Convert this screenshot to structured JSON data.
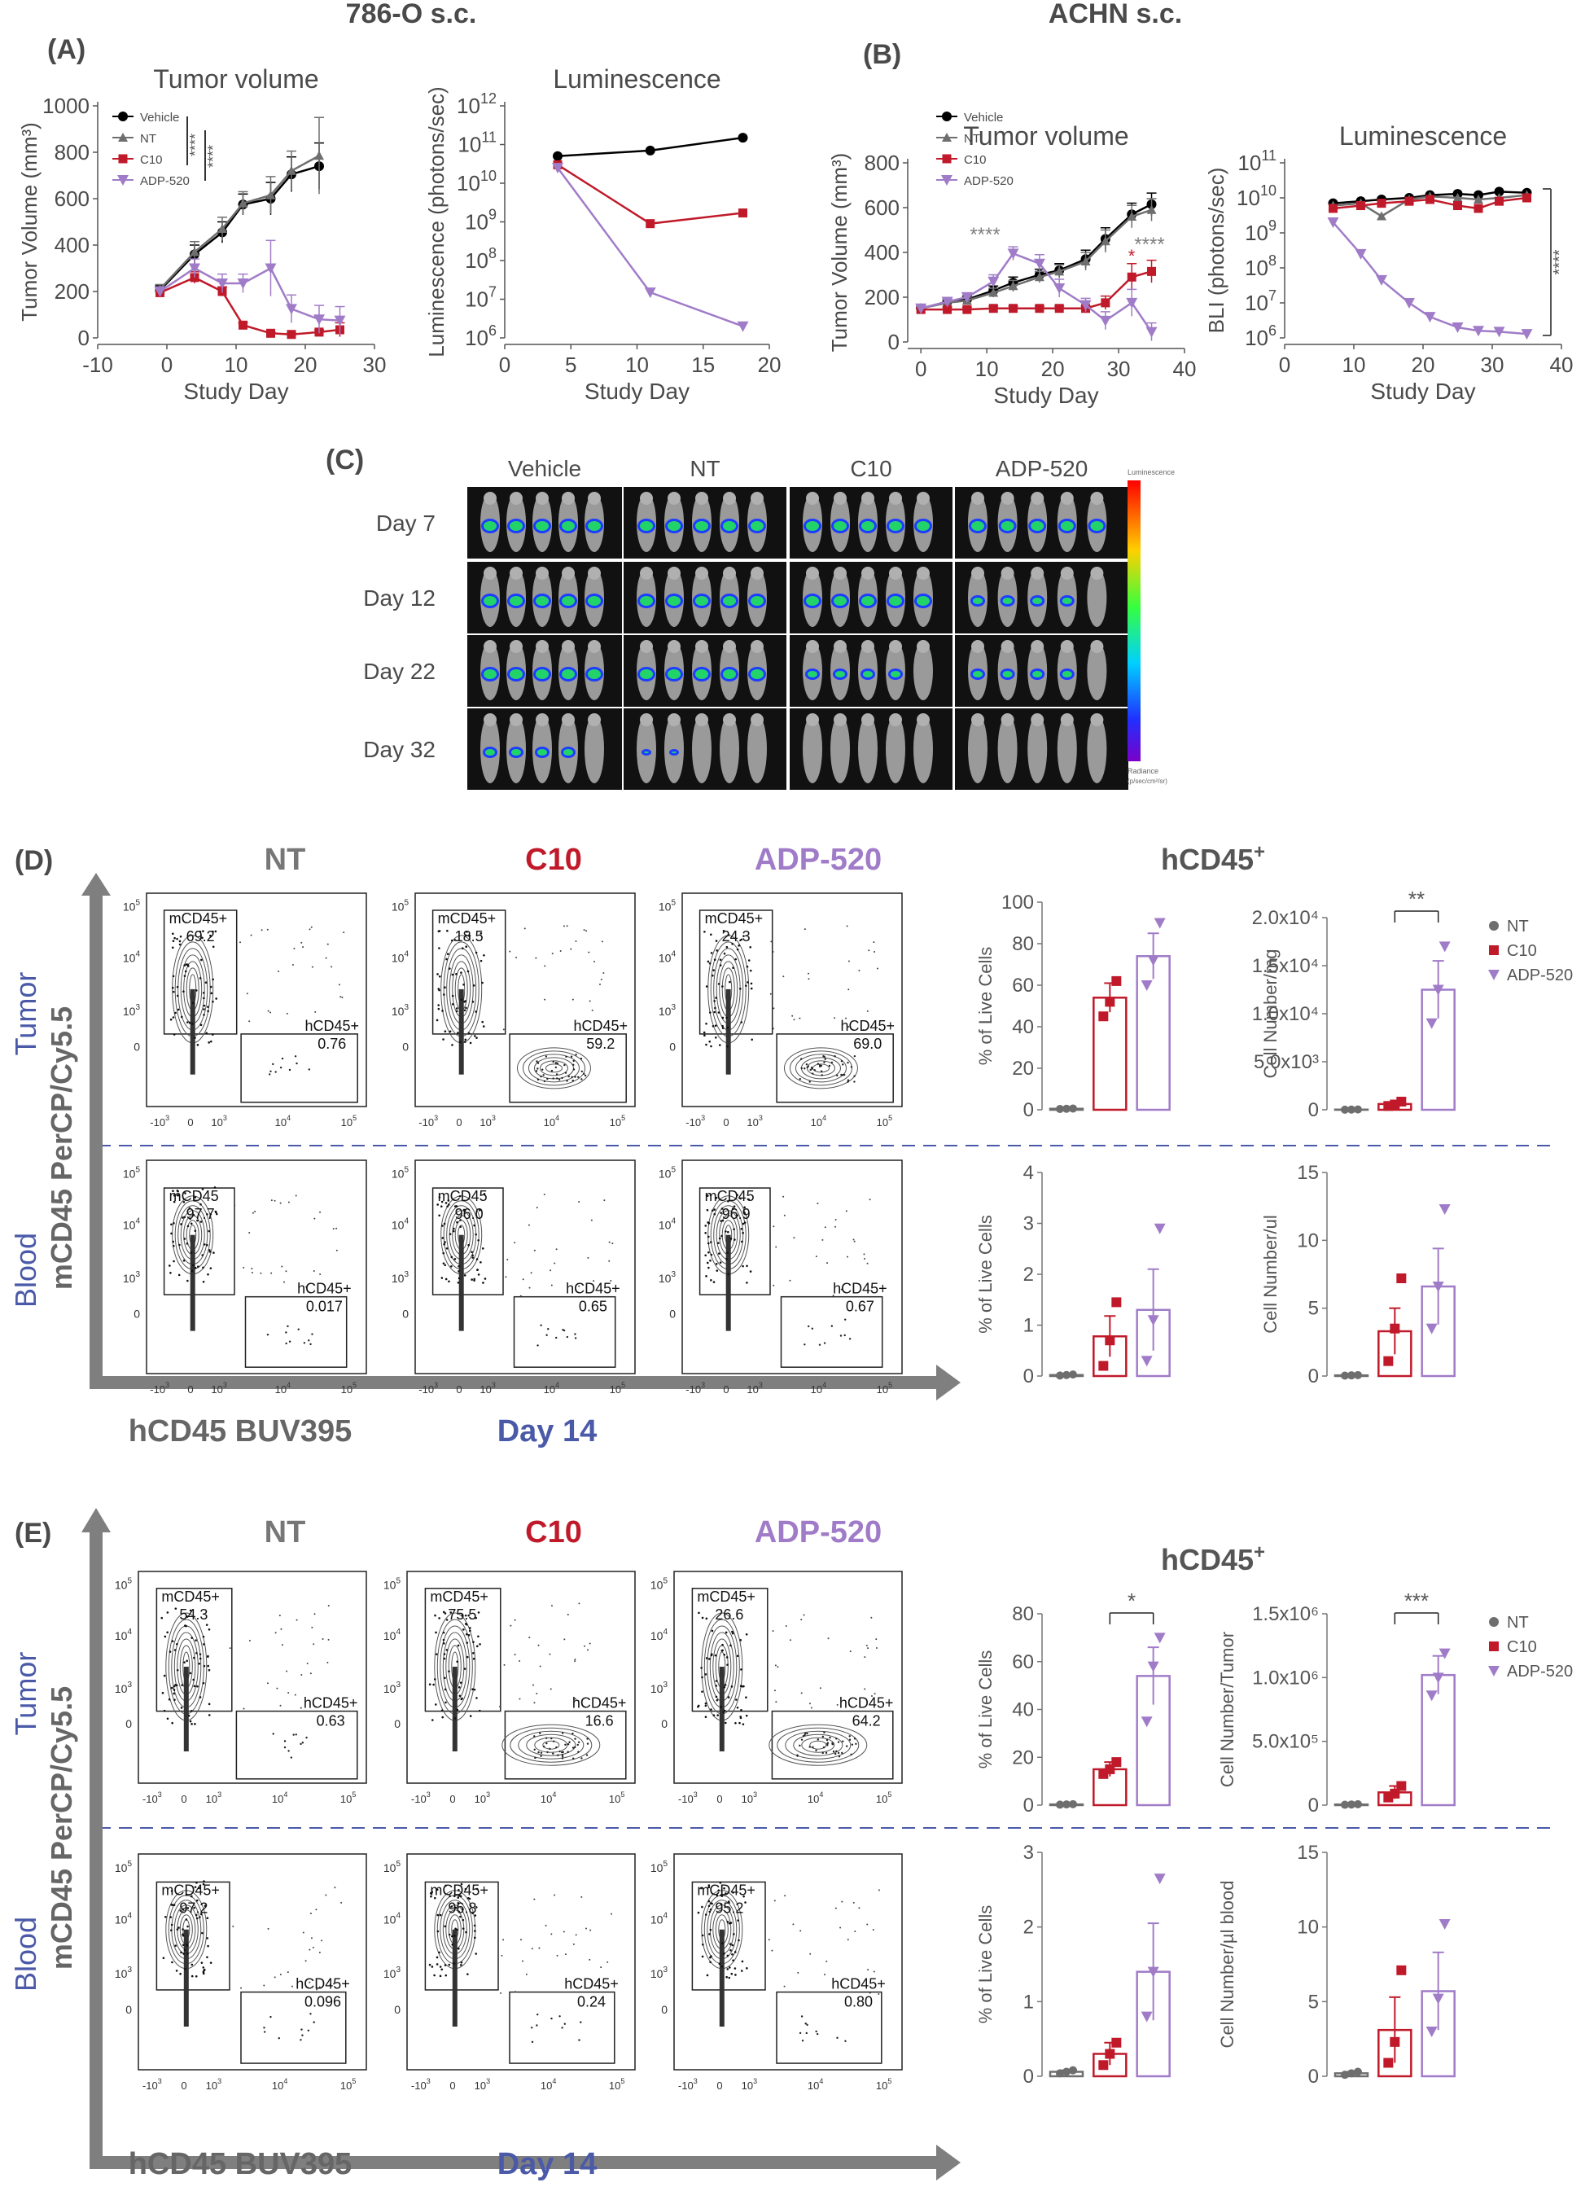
{
  "colors": {
    "vehicle": "#000000",
    "nt": "#6e6e6e",
    "c10": "#c01a2a",
    "adp": "#a07cc8",
    "axis": "#555555",
    "text": "#4a4a4a",
    "blue": "#4a5aa8",
    "arrow": "#7f7f7f"
  },
  "labels": {
    "title_786": "786-O s.c.",
    "title_achn": "ACHN s.c.",
    "panel_a": "(A)",
    "panel_b": "(B)",
    "panel_c": "(C)",
    "panel_d": "(D)",
    "panel_e": "(E)",
    "nt": "NT",
    "c10": "C10",
    "adp": "ADP-520",
    "vehicle": "Vehicle",
    "hcd45": "hCD45",
    "hcd45_sup": "+",
    "tumor": "Tumor",
    "blood": "Blood",
    "y_arrow": "mCD45 PerCP/Cy5.5",
    "x_arrow": "hCD45 BUV395",
    "day14": "Day 14",
    "lum_scale_title": "Luminescence",
    "lum_scale_foot": "Radiance",
    "lum_scale_unit": "(p/sec/cm²/sr)"
  },
  "imaging": {
    "groups": [
      "Vehicle",
      "NT",
      "C10",
      "ADP-520"
    ],
    "days": [
      "Day 7",
      "Day 12",
      "Day 22",
      "Day 32"
    ],
    "signal": [
      [
        3,
        3,
        3,
        3
      ],
      [
        3,
        3,
        3,
        2
      ],
      [
        3,
        3,
        2,
        2
      ],
      [
        2,
        1,
        0,
        0
      ]
    ]
  },
  "flow": {
    "d": {
      "tumor": [
        {
          "m_label": "mCD45+",
          "m_val": "69.2",
          "h_label": "hCD45+",
          "h_val": "0.76"
        },
        {
          "m_label": "mCD45+",
          "m_val": "18.5",
          "h_label": "hCD45+",
          "h_val": "59.2"
        },
        {
          "m_label": "mCD45+",
          "m_val": "24.3",
          "h_label": "hCD45+",
          "h_val": "69.0"
        }
      ],
      "blood": [
        {
          "m_label": "mCD45",
          "m_val": "97.7",
          "h_label": "hCD45+",
          "h_val": "0.017"
        },
        {
          "m_label": "mCD45",
          "m_val": "96.0",
          "h_label": "hCD45+",
          "h_val": "0.65"
        },
        {
          "m_label": "mCD45",
          "m_val": "96.9",
          "h_label": "hCD45+",
          "h_val": "0.67"
        }
      ]
    },
    "e": {
      "tumor": [
        {
          "m_label": "mCD45+",
          "m_val": "54.3",
          "h_label": "hCD45+",
          "h_val": "0.63"
        },
        {
          "m_label": "mCD45+",
          "m_val": "75.5",
          "h_label": "hCD45+",
          "h_val": "16.6"
        },
        {
          "m_label": "mCD45+",
          "m_val": "26.6",
          "h_label": "hCD45+",
          "h_val": "64.2"
        }
      ],
      "blood": [
        {
          "m_label": "mCD45+",
          "m_val": "97.2",
          "h_label": "hCD45+",
          "h_val": "0.096"
        },
        {
          "m_label": "mCD45+",
          "m_val": "96.8",
          "h_label": "hCD45+",
          "h_val": "0.24"
        },
        {
          "m_label": "mCD45+",
          "m_val": "95.2",
          "h_label": "hCD45+",
          "h_val": "0.80"
        }
      ]
    }
  },
  "chart_data": [
    {
      "id": "a_vol",
      "type": "line",
      "title": "Tumor volume",
      "xlabel": "Study Day",
      "ylabel": "Tumor Volume (mm³)",
      "xlim": [
        -10,
        30
      ],
      "ylim": [
        0,
        1000
      ],
      "xticks": [
        "-10",
        "0",
        "10",
        "20",
        "30"
      ],
      "yticks": [
        "0",
        "200",
        "400",
        "600",
        "800",
        "1000"
      ],
      "legend": [
        "Vehicle",
        "NT",
        "C10",
        "ADP-520"
      ],
      "annotations": [
        "****",
        "****"
      ],
      "series": [
        {
          "name": "Vehicle",
          "x": [
            -1,
            4,
            8,
            11,
            15,
            18,
            22
          ],
          "y": [
            205,
            360,
            455,
            575,
            600,
            705,
            740
          ],
          "err": [
            20,
            40,
            45,
            45,
            70,
            75,
            100
          ]
        },
        {
          "name": "NT",
          "x": [
            -1,
            4,
            8,
            11,
            15,
            18,
            22
          ],
          "y": [
            210,
            370,
            470,
            580,
            615,
            720,
            785
          ],
          "err": [
            20,
            45,
            50,
            50,
            80,
            85,
            165
          ]
        },
        {
          "name": "C10",
          "x": [
            -1,
            4,
            8,
            11,
            15,
            18,
            22,
            25
          ],
          "y": [
            195,
            260,
            200,
            55,
            20,
            15,
            25,
            35
          ],
          "err": [
            20,
            25,
            20,
            10,
            5,
            5,
            10,
            30
          ]
        },
        {
          "name": "ADP-520",
          "x": [
            -1,
            4,
            8,
            11,
            15,
            18,
            22,
            25
          ],
          "y": [
            200,
            300,
            235,
            235,
            300,
            125,
            80,
            75
          ],
          "err": [
            20,
            40,
            40,
            40,
            120,
            60,
            60,
            60
          ]
        }
      ]
    },
    {
      "id": "a_lum",
      "type": "line",
      "title": "Luminescence",
      "xlabel": "Study Day",
      "ylabel": "Luminescence (photons/sec)",
      "xlim": [
        0,
        20
      ],
      "ylog": [
        6,
        12
      ],
      "xticks": [
        "0",
        "5",
        "10",
        "15",
        "20"
      ],
      "yticks": [
        "10^6",
        "10^7",
        "10^8",
        "10^9",
        "10^10",
        "10^11",
        "10^12"
      ],
      "series": [
        {
          "name": "Vehicle",
          "x": [
            4,
            11,
            18
          ],
          "y": [
            50000000000,
            70000000000,
            150000000000
          ]
        },
        {
          "name": "C10",
          "x": [
            4,
            11,
            18
          ],
          "y": [
            30000000000,
            900000000,
            1700000000
          ]
        },
        {
          "name": "ADP-520",
          "x": [
            4,
            11,
            18
          ],
          "y": [
            25000000000,
            15000000,
            2000000
          ]
        }
      ]
    },
    {
      "id": "b_vol",
      "type": "line",
      "title": "Tumor volume",
      "xlabel": "Study Day",
      "ylabel": "Tumor Volume (mm³)",
      "xlim": [
        -2,
        40
      ],
      "ylim": [
        0,
        800
      ],
      "xticks": [
        "0",
        "10",
        "20",
        "30",
        "40"
      ],
      "yticks": [
        "0",
        "200",
        "400",
        "600",
        "800"
      ],
      "legend": [
        "Vehicle",
        "NT",
        "C10",
        "ADP-520"
      ],
      "annotations": [
        "****",
        "****",
        "*"
      ],
      "series": [
        {
          "name": "Vehicle",
          "x": [
            0,
            4,
            7,
            11,
            14,
            18,
            21,
            25,
            28,
            32,
            35
          ],
          "y": [
            150,
            180,
            190,
            230,
            265,
            300,
            320,
            370,
            460,
            570,
            615
          ],
          "err": [
            10,
            15,
            15,
            20,
            25,
            25,
            30,
            40,
            50,
            50,
            50
          ]
        },
        {
          "name": "NT",
          "x": [
            0,
            4,
            7,
            11,
            14,
            18,
            21,
            25,
            28,
            32,
            35
          ],
          "y": [
            150,
            175,
            185,
            220,
            250,
            290,
            315,
            360,
            450,
            560,
            590
          ],
          "err": [
            10,
            15,
            15,
            20,
            25,
            25,
            30,
            40,
            50,
            50,
            50
          ]
        },
        {
          "name": "C10",
          "x": [
            0,
            4,
            7,
            11,
            14,
            18,
            21,
            25,
            28,
            32,
            35
          ],
          "y": [
            145,
            145,
            145,
            150,
            150,
            150,
            150,
            150,
            175,
            290,
            315
          ],
          "err": [
            10,
            10,
            10,
            10,
            10,
            10,
            10,
            10,
            30,
            60,
            50
          ]
        },
        {
          "name": "ADP-520",
          "x": [
            0,
            4,
            7,
            11,
            14,
            18,
            21,
            25,
            28,
            32,
            35
          ],
          "y": [
            150,
            180,
            200,
            270,
            395,
            350,
            240,
            165,
            95,
            175,
            45
          ],
          "err": [
            10,
            15,
            20,
            30,
            30,
            40,
            40,
            30,
            40,
            60,
            40
          ]
        }
      ]
    },
    {
      "id": "b_lum",
      "type": "line",
      "title": "Luminescence",
      "xlabel": "Study Day",
      "ylabel": "BLI (photons/sec)",
      "xlim": [
        0,
        40
      ],
      "ylog": [
        6,
        11
      ],
      "xticks": [
        "0",
        "10",
        "20",
        "30",
        "40"
      ],
      "yticks": [
        "10^6",
        "10^7",
        "10^8",
        "10^9",
        "10^10",
        "10^11"
      ],
      "annotations": [
        "****"
      ],
      "series": [
        {
          "name": "Vehicle",
          "x": [
            7,
            11,
            14,
            18,
            21,
            25,
            28,
            31,
            35
          ],
          "y": [
            7000000000,
            8000000000,
            9000000000,
            10000000000,
            12000000000,
            13000000000,
            12000000000,
            15000000000,
            14000000000
          ]
        },
        {
          "name": "NT",
          "x": [
            7,
            11,
            14,
            18,
            21,
            25,
            28,
            31,
            35
          ],
          "y": [
            6000000000,
            7000000000,
            3000000000,
            9000000000,
            11000000000,
            10000000000,
            9000000000,
            10000000000,
            12000000000
          ]
        },
        {
          "name": "C10",
          "x": [
            7,
            11,
            14,
            18,
            21,
            25,
            28,
            31,
            35
          ],
          "y": [
            5000000000,
            6000000000,
            7000000000,
            8000000000,
            9000000000,
            6000000000,
            5000000000,
            8000000000,
            10000000000
          ]
        },
        {
          "name": "ADP-520",
          "x": [
            7,
            11,
            14,
            18,
            21,
            25,
            28,
            31,
            35
          ],
          "y": [
            2000000000,
            250000000,
            45000000,
            10000000,
            4000000,
            2000000,
            1600000,
            1500000,
            1300000
          ]
        }
      ]
    },
    {
      "id": "d_t_pct",
      "type": "bar",
      "ylabel": "% of Live Cells",
      "ylim": [
        0,
        100
      ],
      "yticks": [
        "0",
        "20",
        "40",
        "60",
        "80",
        "100"
      ],
      "categories": [
        "NT",
        "C10",
        "ADP-520"
      ],
      "values": [
        0.5,
        54,
        74
      ],
      "err": [
        0.3,
        7,
        11
      ],
      "points": [
        [
          0.4,
          0.5,
          0.6
        ],
        [
          45,
          52,
          62
        ],
        [
          60,
          72,
          90
        ]
      ]
    },
    {
      "id": "d_t_num",
      "type": "bar",
      "ylabel": "Cell Number/mg",
      "ylim": [
        0,
        20000
      ],
      "yticks": [
        "0",
        "5.0x10³",
        "1.0x10⁴",
        "1.5x10⁴",
        "2.0x10⁴"
      ],
      "categories": [
        "NT",
        "C10",
        "ADP-520"
      ],
      "values": [
        20,
        600,
        12500
      ],
      "err": [
        10,
        200,
        3000
      ],
      "points": [
        [
          10,
          20,
          30
        ],
        [
          400,
          550,
          850
        ],
        [
          9000,
          12500,
          17000
        ]
      ],
      "legend": [
        "NT",
        "C10",
        "ADP-520"
      ],
      "annotations": [
        "**"
      ]
    },
    {
      "id": "d_b_pct",
      "type": "bar",
      "ylabel": "% of Live Cells",
      "ylim": [
        0,
        4
      ],
      "yticks": [
        "0",
        "1",
        "2",
        "3",
        "4"
      ],
      "categories": [
        "NT",
        "C10",
        "ADP-520"
      ],
      "values": [
        0.02,
        0.78,
        1.3
      ],
      "err": [
        0.01,
        0.4,
        0.8
      ],
      "points": [
        [
          0.01,
          0.02,
          0.03
        ],
        [
          0.2,
          0.7,
          1.45
        ],
        [
          0.3,
          1.1,
          2.9
        ]
      ]
    },
    {
      "id": "d_b_num",
      "type": "bar",
      "ylabel": "Cell Number/ul",
      "ylim": [
        0,
        15
      ],
      "yticks": [
        "0",
        "5",
        "10",
        "15"
      ],
      "categories": [
        "NT",
        "C10",
        "ADP-520"
      ],
      "values": [
        0.05,
        3.3,
        6.6
      ],
      "err": [
        0.03,
        1.7,
        2.8
      ],
      "points": [
        [
          0.03,
          0.05,
          0.07
        ],
        [
          1.1,
          3.5,
          7.2
        ],
        [
          3.5,
          6.6,
          12.3
        ]
      ]
    },
    {
      "id": "e_t_pct",
      "type": "bar",
      "ylabel": "% of Live Cells",
      "ylim": [
        0,
        80
      ],
      "yticks": [
        "0",
        "20",
        "40",
        "60",
        "80"
      ],
      "categories": [
        "NT",
        "C10",
        "ADP-520"
      ],
      "values": [
        0.3,
        15,
        54
      ],
      "err": [
        0.2,
        3,
        12
      ],
      "points": [
        [
          0.2,
          0.3,
          0.4
        ],
        [
          13,
          15,
          18
        ],
        [
          35,
          58,
          70
        ]
      ],
      "annotations": [
        "*"
      ]
    },
    {
      "id": "e_t_num",
      "type": "bar",
      "ylabel": "Cell Number/Tumor",
      "ylim": [
        0,
        1500000
      ],
      "yticks": [
        "0",
        "5.0x10⁵",
        "1.0x10⁶",
        "1.5x10⁶"
      ],
      "categories": [
        "NT",
        "C10",
        "ADP-520"
      ],
      "values": [
        5000,
        100000,
        1020000
      ],
      "err": [
        3000,
        50000,
        150000
      ],
      "points": [
        [
          3000,
          5000,
          7000
        ],
        [
          60000,
          90000,
          150000
        ],
        [
          860000,
          1000000,
          1190000
        ]
      ],
      "legend": [
        "NT",
        "C10",
        "ADP-520"
      ],
      "annotations": [
        "***"
      ]
    },
    {
      "id": "e_b_pct",
      "type": "bar",
      "ylabel": "% of Live Cells",
      "ylim": [
        0,
        3
      ],
      "yticks": [
        "0",
        "1",
        "2",
        "3"
      ],
      "categories": [
        "NT",
        "C10",
        "ADP-520"
      ],
      "values": [
        0.06,
        0.3,
        1.4
      ],
      "err": [
        0.02,
        0.15,
        0.65
      ],
      "points": [
        [
          0.04,
          0.06,
          0.08
        ],
        [
          0.15,
          0.3,
          0.45
        ],
        [
          0.8,
          1.4,
          2.65
        ]
      ]
    },
    {
      "id": "e_b_num",
      "type": "bar",
      "ylabel": "Cell Number/µl blood",
      "ylim": [
        0,
        15
      ],
      "yticks": [
        "0",
        "5",
        "10",
        "15"
      ],
      "categories": [
        "NT",
        "C10",
        "ADP-520"
      ],
      "values": [
        0.2,
        3.1,
        5.7
      ],
      "err": [
        0.1,
        2.2,
        2.6
      ],
      "points": [
        [
          0.1,
          0.2,
          0.3
        ],
        [
          0.9,
          2.3,
          7.1
        ],
        [
          3,
          5.2,
          10.2
        ]
      ]
    }
  ]
}
